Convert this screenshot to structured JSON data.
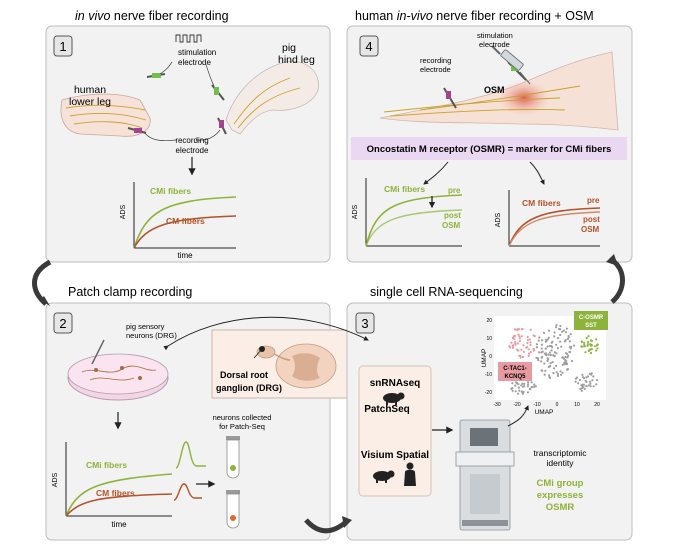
{
  "panels": {
    "p1": {
      "title_prefix": "in vivo",
      "title_suffix": " nerve fiber recording",
      "number": "1",
      "stimulation_electrode": [
        "stimulation",
        "electrode"
      ],
      "recording_electrode": [
        "recording",
        "electrode"
      ],
      "human_leg": [
        "human",
        "lower leg"
      ],
      "pig_leg": [
        "pig",
        "hind leg"
      ],
      "graph": {
        "ylabel": "ADS",
        "xlabel": "time",
        "series": [
          "CMi fibers",
          "CM fibers"
        ]
      }
    },
    "p2": {
      "title": "Patch clamp recording",
      "number": "2",
      "neurons_label": [
        "pig sensory",
        "neurons (DRG)"
      ],
      "drg_label": [
        "Dorsal root",
        "ganglion (DRG)"
      ],
      "collected_label": [
        "neurons collected",
        "for Patch-Seq"
      ],
      "graph": {
        "ylabel": "ADS",
        "xlabel": "time",
        "series": [
          "CMi fibers",
          "CM fibers"
        ]
      }
    },
    "p3": {
      "title": "single cell RNA-sequencing",
      "number": "3",
      "method1": "snRNAseq",
      "method2": "PatchSeq",
      "method3": "Visium Spatial",
      "umap": {
        "xlabel": "UMAP",
        "ylabel": "UMAP",
        "xticks": [
          "-30",
          "-20",
          "-10",
          "0",
          "10",
          "20"
        ],
        "yticks": [
          "20",
          "10",
          "0",
          "-10",
          "-20"
        ],
        "cluster_a": [
          "C-OSMR",
          "SST"
        ],
        "cluster_b": [
          "C-TAC1-",
          "KCNQ5"
        ]
      },
      "identity": [
        "transcriptomic",
        "identity"
      ],
      "result": [
        "CMi group",
        "expresses",
        "OSMR"
      ]
    },
    "p4": {
      "title_prefix": "human ",
      "title_italic": "in-vivo",
      "title_suffix": " nerve fiber recording + OSM",
      "number": "4",
      "stimulation_electrode": [
        "stimulation",
        "electrode"
      ],
      "recording_electrode": [
        "recording",
        "electrode"
      ],
      "osm": "OSM",
      "marker_banner": "Oncostatin M receptor (OSMR) = marker for CMi fibers",
      "graph_left": {
        "ylabel": "ADS",
        "series": "CMi fibers",
        "pre": "pre",
        "post": [
          "post",
          "OSM"
        ]
      },
      "graph_right": {
        "ylabel": "ADS",
        "series": "CM fibers",
        "pre": "pre",
        "post": [
          "post",
          "OSM"
        ]
      }
    }
  },
  "colors": {
    "cmi": "#8db33a",
    "cm": "#b4532a",
    "purple_banner": "#ead7f2",
    "panel_bg": "#f2f2f2"
  }
}
